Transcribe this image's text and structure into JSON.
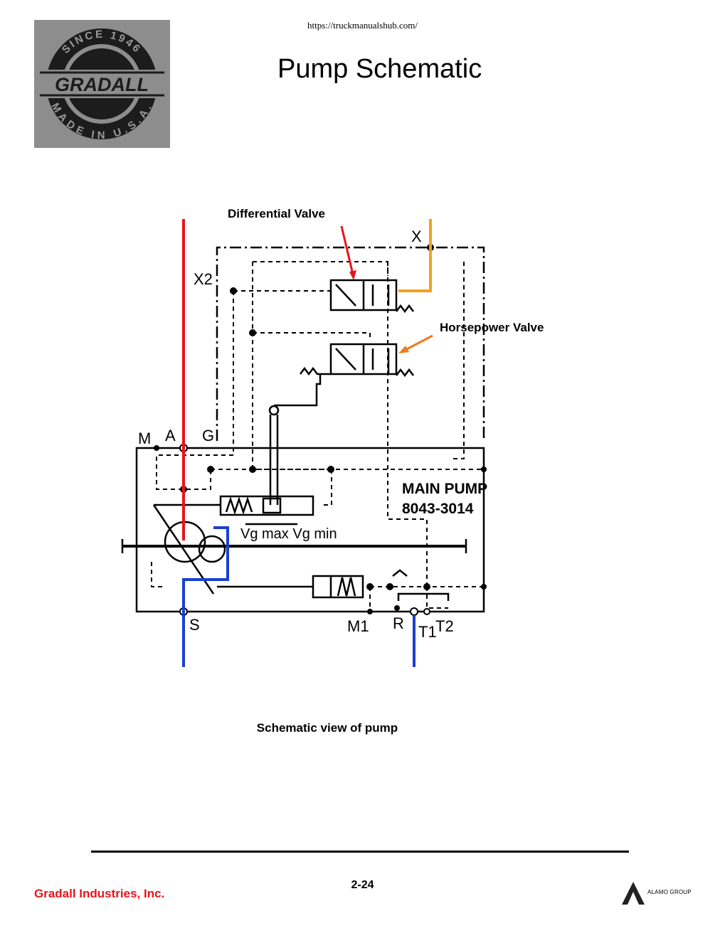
{
  "header": {
    "url": "https://truckmanualshub.com/",
    "title": "Pump Schematic"
  },
  "logo": {
    "arc_top": "SINCE 1946",
    "brand": "GRADALL",
    "arc_bottom": "MADE IN U.S.A."
  },
  "diagram": {
    "callouts": {
      "differential_valve": "Differential Valve",
      "horsepower_valve": "Horsepower Valve"
    },
    "ports": {
      "x": "X",
      "x2": "X2",
      "m": "M",
      "a": "A",
      "g": "G",
      "s": "S",
      "m1": "M1",
      "r": "R",
      "t1": "T1",
      "t2": "T2"
    },
    "pump_label_line1": "MAIN PUMP",
    "pump_label_line2": "8043-3014",
    "vg_label": "Vg max Vg min",
    "colors": {
      "pressure_line": "#e8141c",
      "suction_line": "#1a3fcf",
      "pilot_line": "#f5a01a",
      "callout_arrow_red": "#e8141c",
      "callout_arrow_orange": "#f07a1a"
    }
  },
  "caption": "Schematic view of pump",
  "footer": {
    "page_number": "2-24",
    "company": "Gradall Industries, Inc.",
    "alamo_logo_text": "ALAMO GROUP"
  }
}
